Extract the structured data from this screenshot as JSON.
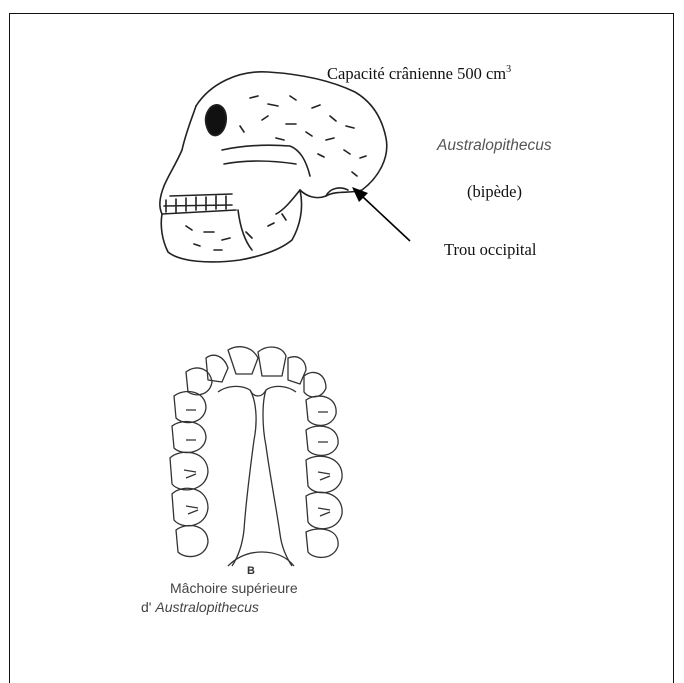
{
  "labels": {
    "capacity_text": "Capacité crânienne 500 cm",
    "capacity_exp": "3",
    "genus": "Australopithecus",
    "biped": "(bipède)",
    "occipital": "Trou occipital"
  },
  "jaw_caption": {
    "letter": "B",
    "line1": "Mâchoire supérieure",
    "prefix": "d'",
    "genus": "Australopithecus"
  }
}
